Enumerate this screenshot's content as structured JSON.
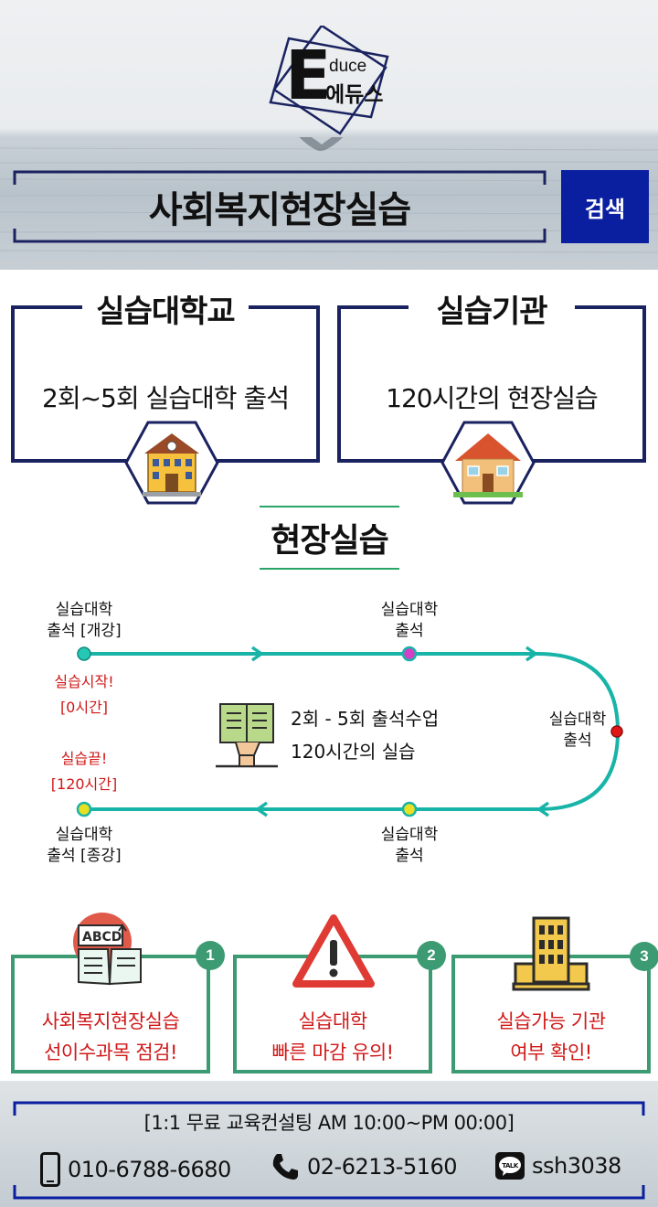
{
  "header": {
    "logo_letter": "E",
    "logo_sub_en": "duce",
    "logo_sub_kr": "에듀스",
    "title": "사회복지현장실습",
    "search_label": "검색"
  },
  "info_boxes": [
    {
      "title": "실습대학교",
      "desc": "2회~5회 실습대학 출석",
      "icon": "school-building-icon"
    },
    {
      "title": "실습기관",
      "desc": "120시간의 현장실습",
      "icon": "house-icon"
    }
  ],
  "field": {
    "title": "현장실습",
    "labels": {
      "start_top_1": "실습대학",
      "start_top_2": "출석 [개강]",
      "mid_top_1": "실습대학",
      "mid_top_2": "출석",
      "right_1": "실습대학",
      "right_2": "출석",
      "end_bottom_1": "실습대학",
      "end_bottom_2": "출석 [종강]",
      "mid_bottom_1": "실습대학",
      "mid_bottom_2": "출석"
    },
    "start_red_1": "실습시작!",
    "start_red_2": "[0시간]",
    "end_red_1": "실습끝!",
    "end_red_2": "[120시간]",
    "center_line_1": "2회 - 5회 출석수업",
    "center_line_2": "120시간의 실습",
    "colors": {
      "track": "#18b4a8",
      "start_dot": "#25c8b4",
      "mid_dot": "#d43fc8",
      "right_dot": "#e01818",
      "end_dot": "#e8e020"
    }
  },
  "cards": [
    {
      "number": "1",
      "line1": "사회복지현장실습",
      "line2": "선이수과목 점검!",
      "icon": "book-abcd-icon"
    },
    {
      "number": "2",
      "line1": "실습대학",
      "line2": "빠른 마감 유의!",
      "icon": "warning-icon"
    },
    {
      "number": "3",
      "line1": "실습가능 기관",
      "line2": "여부 확인!",
      "icon": "office-building-icon"
    }
  ],
  "footer": {
    "consult": "[1:1 무료 교육컨설팅 AM 10:00~PM 00:00]",
    "phone_mobile": "010-6788-6680",
    "phone_office": "02-6213-5160",
    "kakao_id": "ssh3038",
    "kakao_badge": "TALK"
  },
  "colors": {
    "navy": "#1a2260",
    "search_bg": "#0a1fa0",
    "green": "#3c9b72",
    "red": "#d01818"
  }
}
